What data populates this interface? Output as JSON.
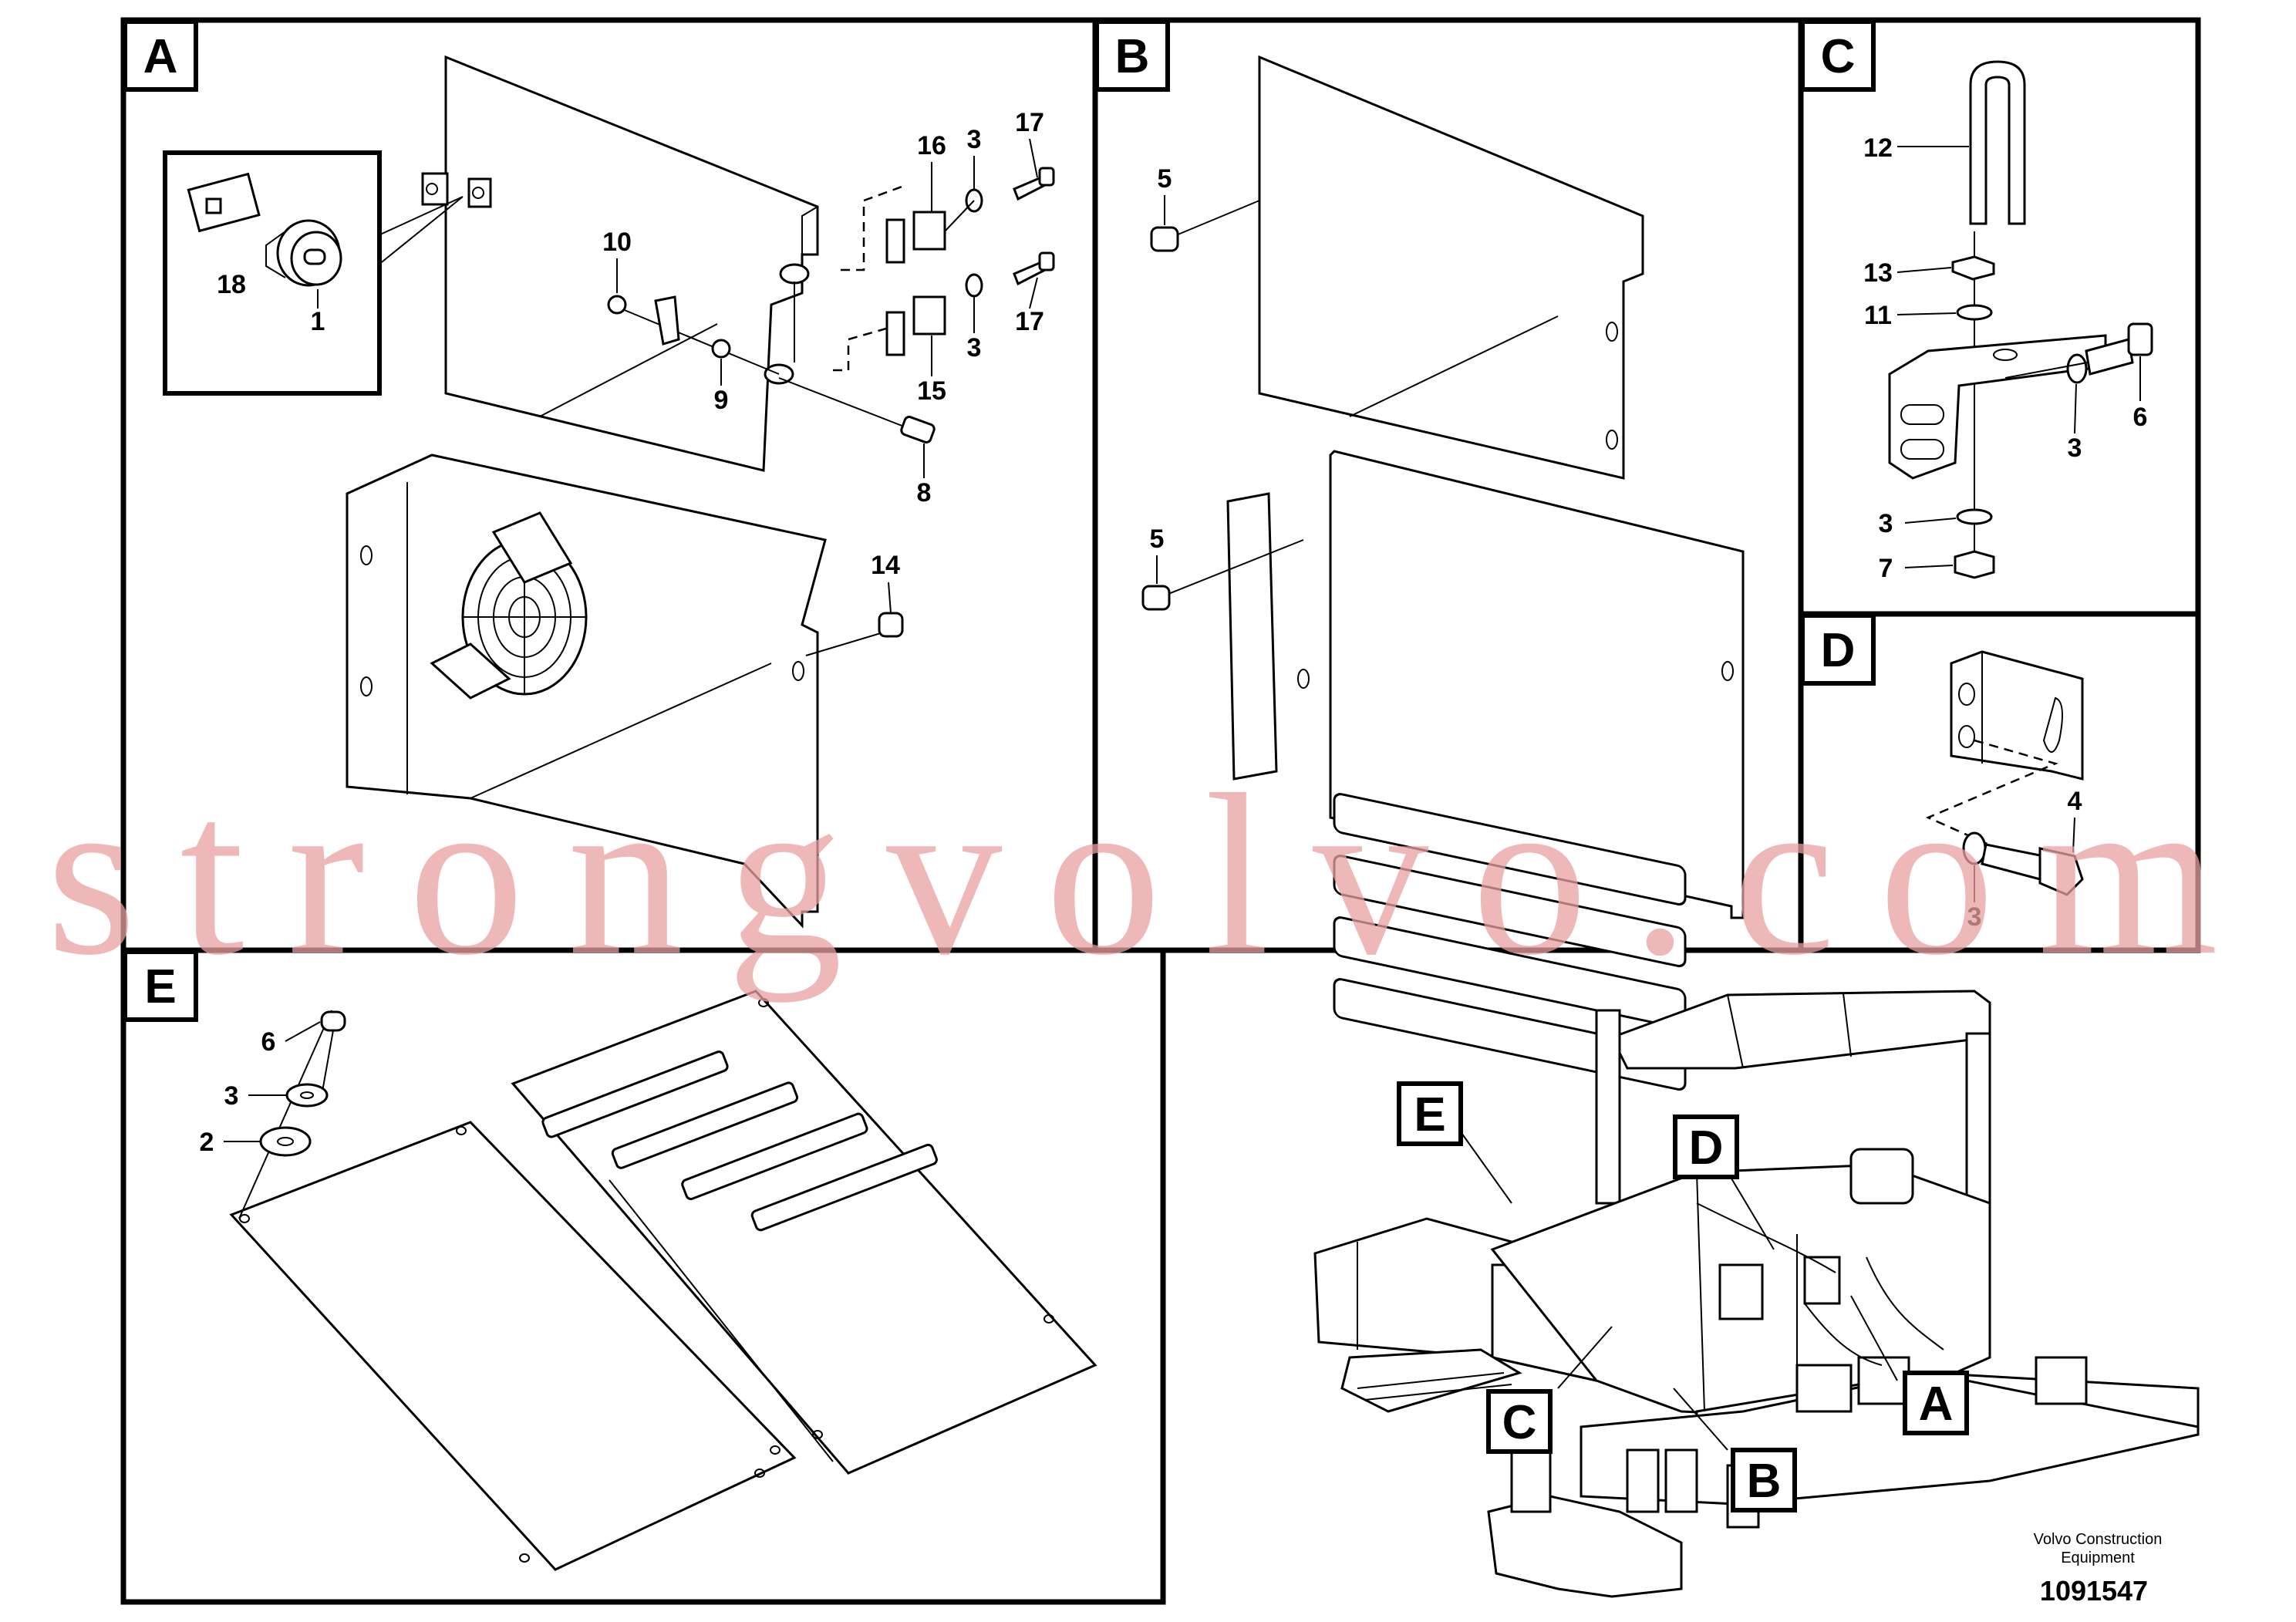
{
  "panels": {
    "A": {
      "label": "A",
      "callouts": [
        "18",
        "1",
        "10",
        "9",
        "16",
        "3",
        "17",
        "17",
        "3",
        "15",
        "8",
        "14"
      ]
    },
    "B": {
      "label": "B",
      "callouts": [
        "5",
        "5"
      ]
    },
    "C": {
      "label": "C",
      "callouts": [
        "12",
        "13",
        "11",
        "6",
        "3",
        "3",
        "7"
      ]
    },
    "D": {
      "label": "D",
      "callouts": [
        "4",
        "3"
      ]
    },
    "E": {
      "label": "E",
      "callouts": [
        "6",
        "3",
        "2"
      ]
    }
  },
  "overview": {
    "labels": [
      "E",
      "D",
      "C",
      "B",
      "A"
    ]
  },
  "footer": {
    "company_line1": "Volvo Construction",
    "company_line2": "Equipment",
    "drawing_number": "1091547"
  },
  "watermark": "strongvolvo.com"
}
